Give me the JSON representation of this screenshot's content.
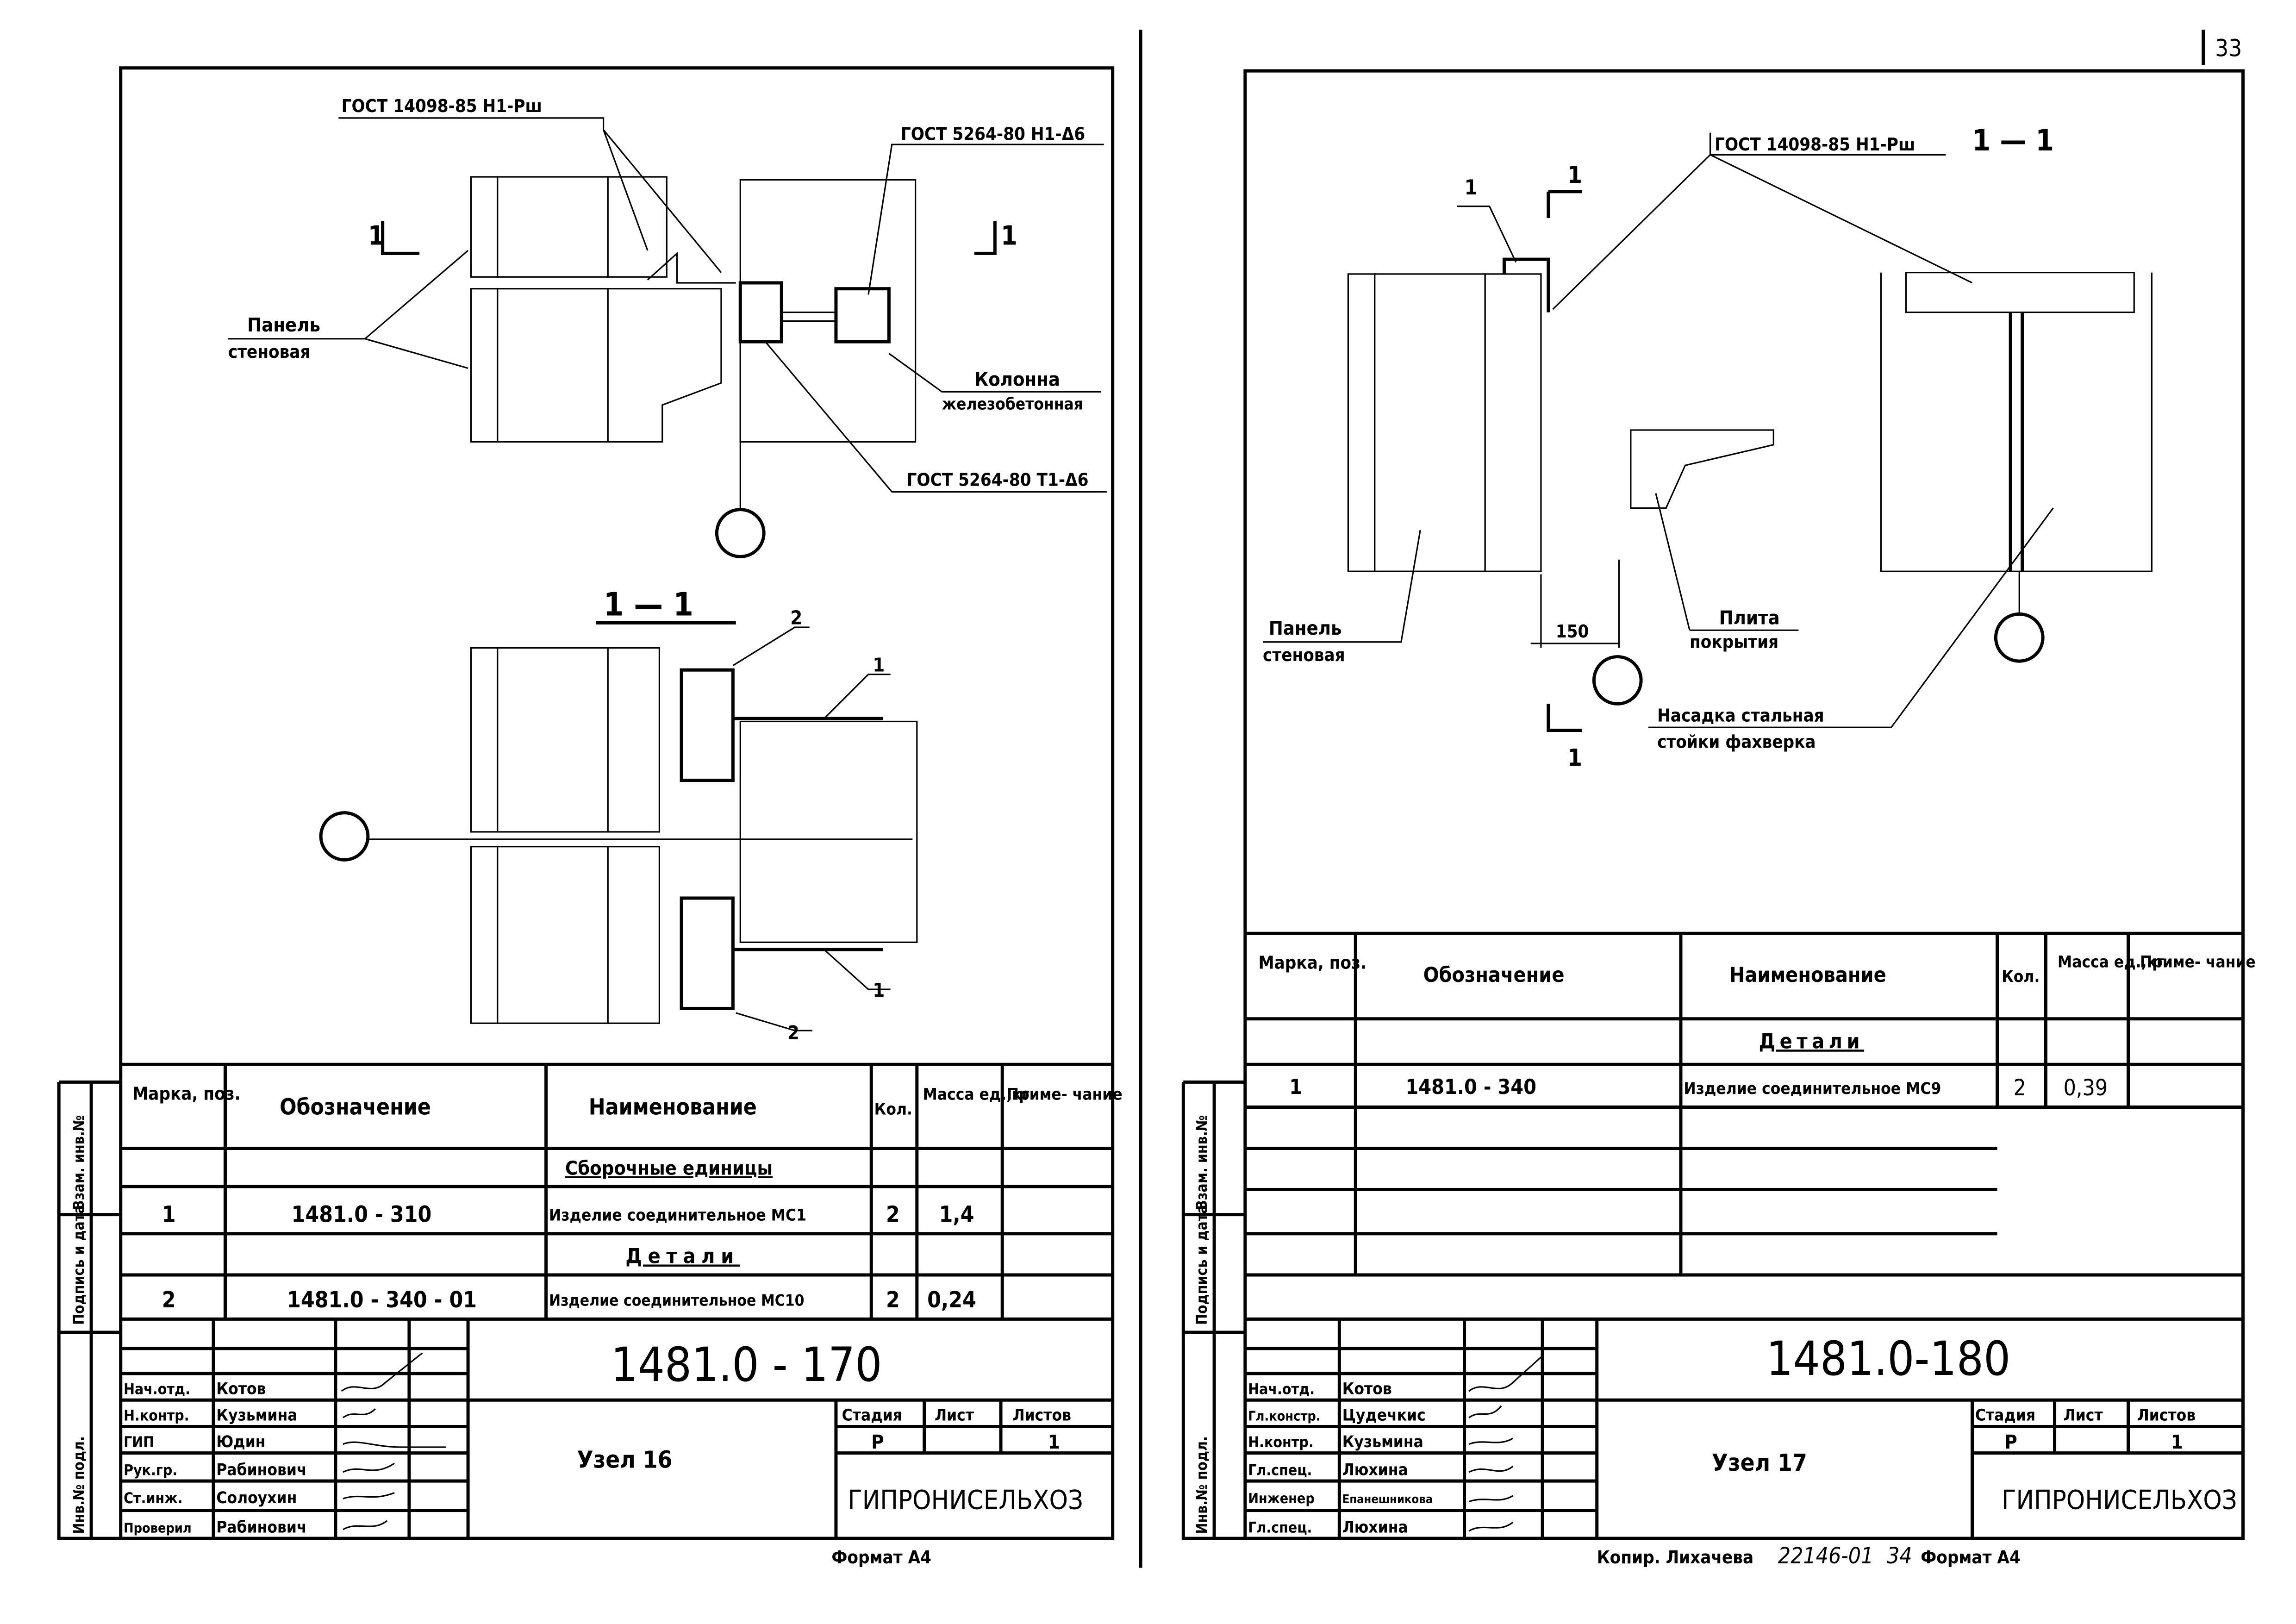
{
  "page_number": "33",
  "side_stamp": [
    "Инв.№ подл.",
    "Подпись и дата",
    "Взам. инв.№"
  ],
  "left_sheet": {
    "drawing": {
      "gost_top": "ГОСТ 14098-85 Н1-Рш",
      "gost_right_top": "ГОСТ 5264-80 Н1-Δ6",
      "gost_right_bottom": "ГОСТ 5264-80 Т1-Δ6",
      "panel_label": [
        "Панель",
        "стеновая"
      ],
      "column_label": [
        "Колонна",
        "железобетонная"
      ],
      "section_mark": "1",
      "section_title": "1 — 1",
      "callouts": [
        "1",
        "2"
      ]
    },
    "spec": {
      "headers": [
        "Марка, поз.",
        "Обозначение",
        "Наименование",
        "Кол.",
        "Масса ед.,кг",
        "Приме- чание"
      ],
      "rows": [
        {
          "section": "Сборочные единицы"
        },
        {
          "pos": "1",
          "code": "1481.0 - 310",
          "name": "Изделие соединительное МС1",
          "qty": "2",
          "mass": "1,4",
          "note": ""
        },
        {
          "section": "Детали"
        },
        {
          "pos": "2",
          "code": "1481.0 - 340 - 01",
          "name": "Изделие соединительное МС10",
          "qty": "2",
          "mass": "0,24",
          "note": ""
        }
      ]
    },
    "title_block": {
      "doc_number": "1481.0 - 170",
      "title": "Узел 16",
      "stage_headers": [
        "Стадия",
        "Лист",
        "Листов"
      ],
      "stage": "Р",
      "sheet": "",
      "sheets": "1",
      "org": "ГИПРОНИСЕЛЬХОЗ",
      "signers": [
        {
          "role": "Нач.отд.",
          "name": "Котов"
        },
        {
          "role": "Н.контр.",
          "name": "Кузьмина"
        },
        {
          "role": "ГИП",
          "name": "Юдин"
        },
        {
          "role": "Рук.гр.",
          "name": "Рабинович"
        },
        {
          "role": "Ст.инж.",
          "name": "Солоухин"
        },
        {
          "role": "Проверил",
          "name": "Рабинович"
        }
      ]
    },
    "format": "Формат А4"
  },
  "right_sheet": {
    "drawing": {
      "gost_top": "ГОСТ 14098-85 Н1-Рш",
      "section_title": "1 — 1",
      "section_mark": "1",
      "callout": "1",
      "dimension": "150",
      "panel_label": [
        "Панель",
        "стеновая"
      ],
      "slab_label": [
        "Плита",
        "покрытия"
      ],
      "cap_label": [
        "Насадка стальная",
        "стойки фахверка"
      ]
    },
    "spec": {
      "headers": [
        "Марка, поз.",
        "Обозначение",
        "Наименование",
        "Кол.",
        "Масса ед.,кг",
        "Приме- чание"
      ],
      "rows": [
        {
          "section": "Детали"
        },
        {
          "pos": "1",
          "code": "1481.0 - 340",
          "name": "Изделие соединительное МС9",
          "qty": "2",
          "mass": "0,39",
          "note": ""
        }
      ]
    },
    "title_block": {
      "doc_number": "1481.0-180",
      "title": "Узел 17",
      "stage_headers": [
        "Стадия",
        "Лист",
        "Листов"
      ],
      "stage": "Р",
      "sheet": "",
      "sheets": "1",
      "org": "ГИПРОНИСЕЛЬХОЗ",
      "signers": [
        {
          "role": "Нач.отд.",
          "name": "Котов"
        },
        {
          "role": "Гл.констр.",
          "name": "Цудечкис"
        },
        {
          "role": "Н.контр.",
          "name": "Кузьмина"
        },
        {
          "role": "Гл.спец.",
          "name": "Люхина"
        },
        {
          "role": "Инженер",
          "name": "Епанешникова"
        },
        {
          "role": "Гл.спец.",
          "name": "Люхина"
        }
      ]
    },
    "footer": {
      "copier": "Копир. Лихачева",
      "order": "22146-01",
      "num": "34",
      "format": "Формат А4"
    }
  }
}
